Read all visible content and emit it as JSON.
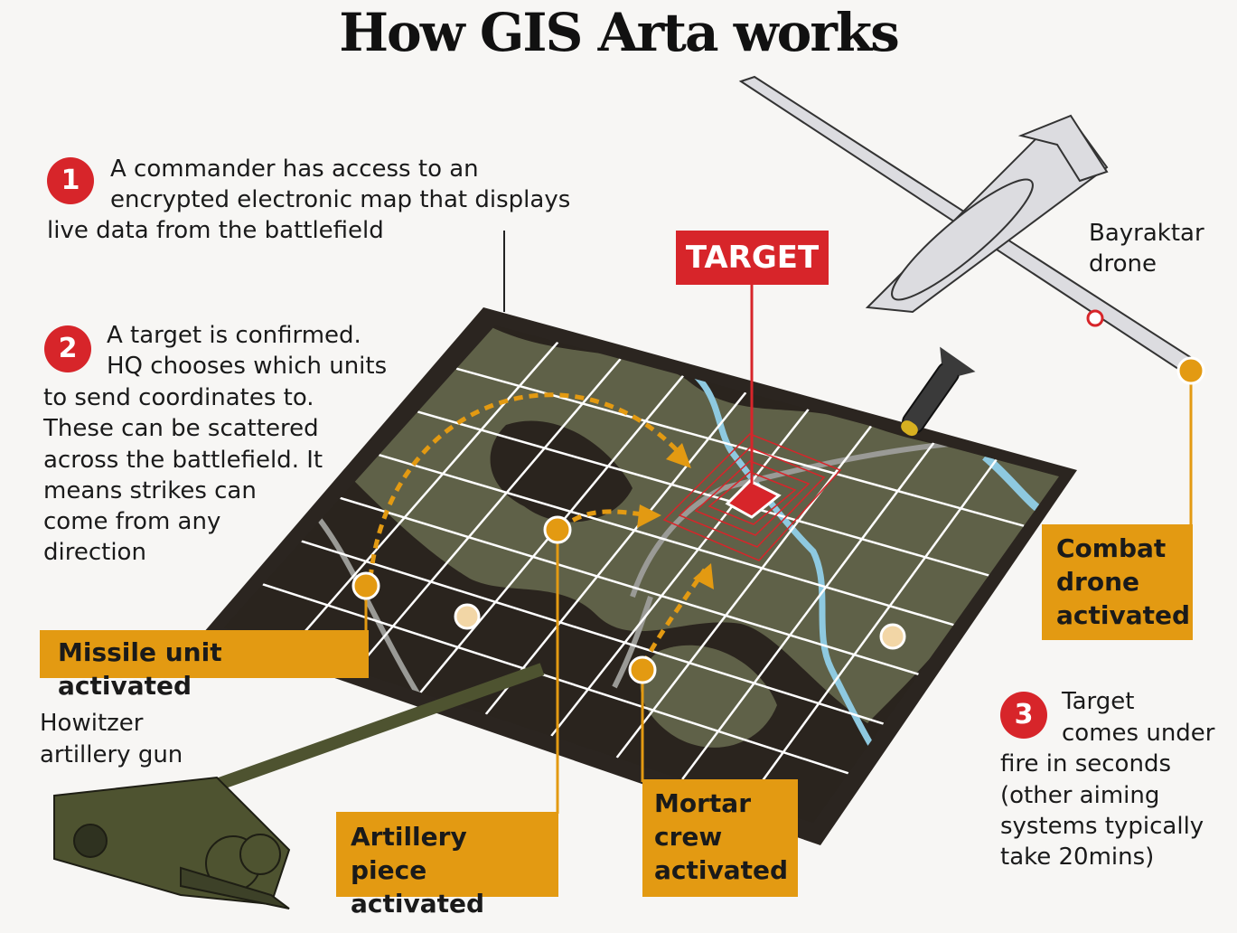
{
  "title": "How GIS Arta works",
  "step1": {
    "number": "1",
    "lines": [
      "A commander has access to an",
      "encrypted electronic map that displays",
      "live data from the battlefield"
    ]
  },
  "step2": {
    "number": "2",
    "lines": [
      "A target is confirmed.",
      "HQ chooses which units",
      "to send coordinates to.",
      "These can be scattered",
      "across the battlefield. It",
      "means strikes can",
      "come from any",
      "direction"
    ]
  },
  "step3": {
    "number": "3",
    "lines": [
      "Target",
      "comes under",
      "fire in seconds",
      "(other aiming",
      "systems typically",
      "take 20mins)"
    ]
  },
  "target_label": "TARGET",
  "drone_label": [
    "Bayraktar",
    "drone"
  ],
  "howitzer_label": [
    "Howitzer",
    "artillery gun"
  ],
  "callouts": {
    "combat_drone": [
      "Combat",
      "drone",
      "activated"
    ],
    "missile": "Missile unit activated",
    "artillery": [
      "Artillery piece",
      "activated"
    ],
    "mortar": [
      "Mortar",
      "crew",
      "activated"
    ]
  },
  "colors": {
    "accent": "#e39a12",
    "red": "#d7252a",
    "board": "#2b2520",
    "terrain": "#5f6148",
    "river": "#8ec9e0"
  }
}
